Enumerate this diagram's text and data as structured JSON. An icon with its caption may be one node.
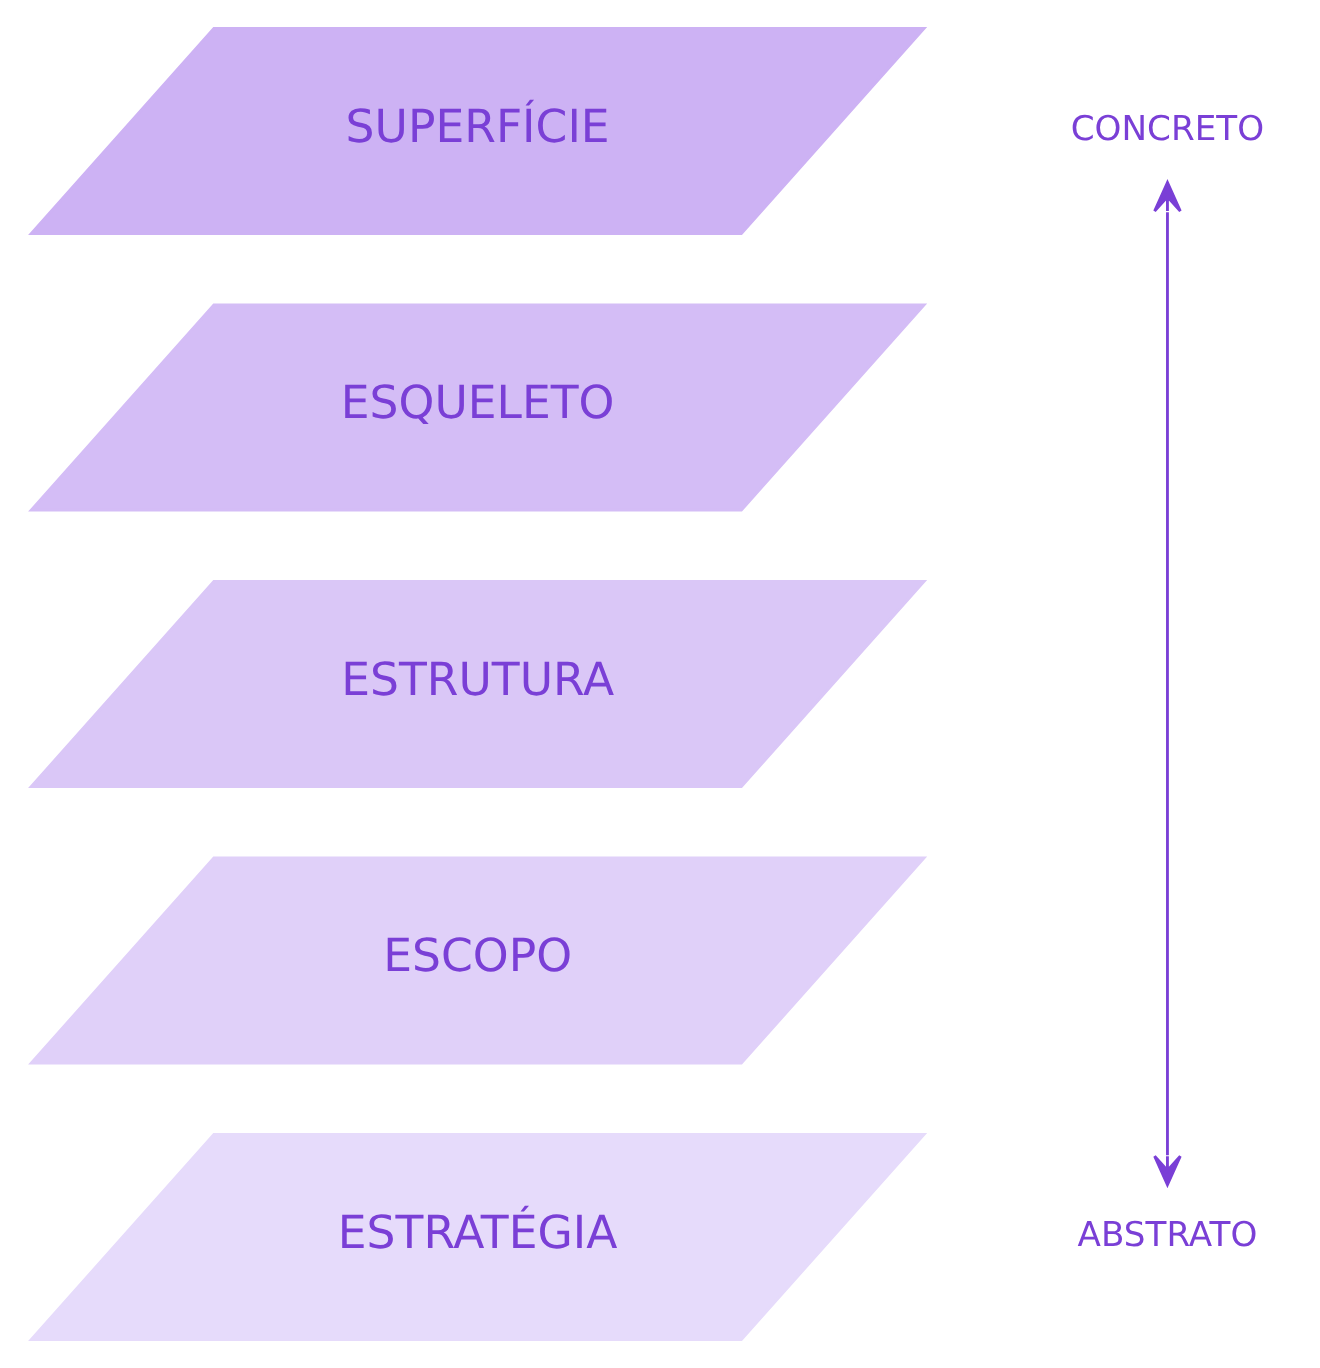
{
  "diagram": {
    "nodes": [
      {
        "text": [
          "SUPERFÍCIE"
        ]
      },
      {
        "text": [
          "ESQUELETO"
        ]
      },
      {
        "text": [
          "ESTRUTURA"
        ]
      },
      {
        "text": [
          "ESCOPO"
        ]
      },
      {
        "text": [
          "ESTRATÉGIA"
        ]
      },
      {
        "text": [
          "CONCRETO"
        ]
      },
      {
        "text": [
          "ABSTRATO"
        ]
      }
    ],
    "edges": [
      {
        "from": 5,
        "to": 6,
        "arrow": "both",
        "color": "#7a3fd6"
      }
    ]
  }
}
